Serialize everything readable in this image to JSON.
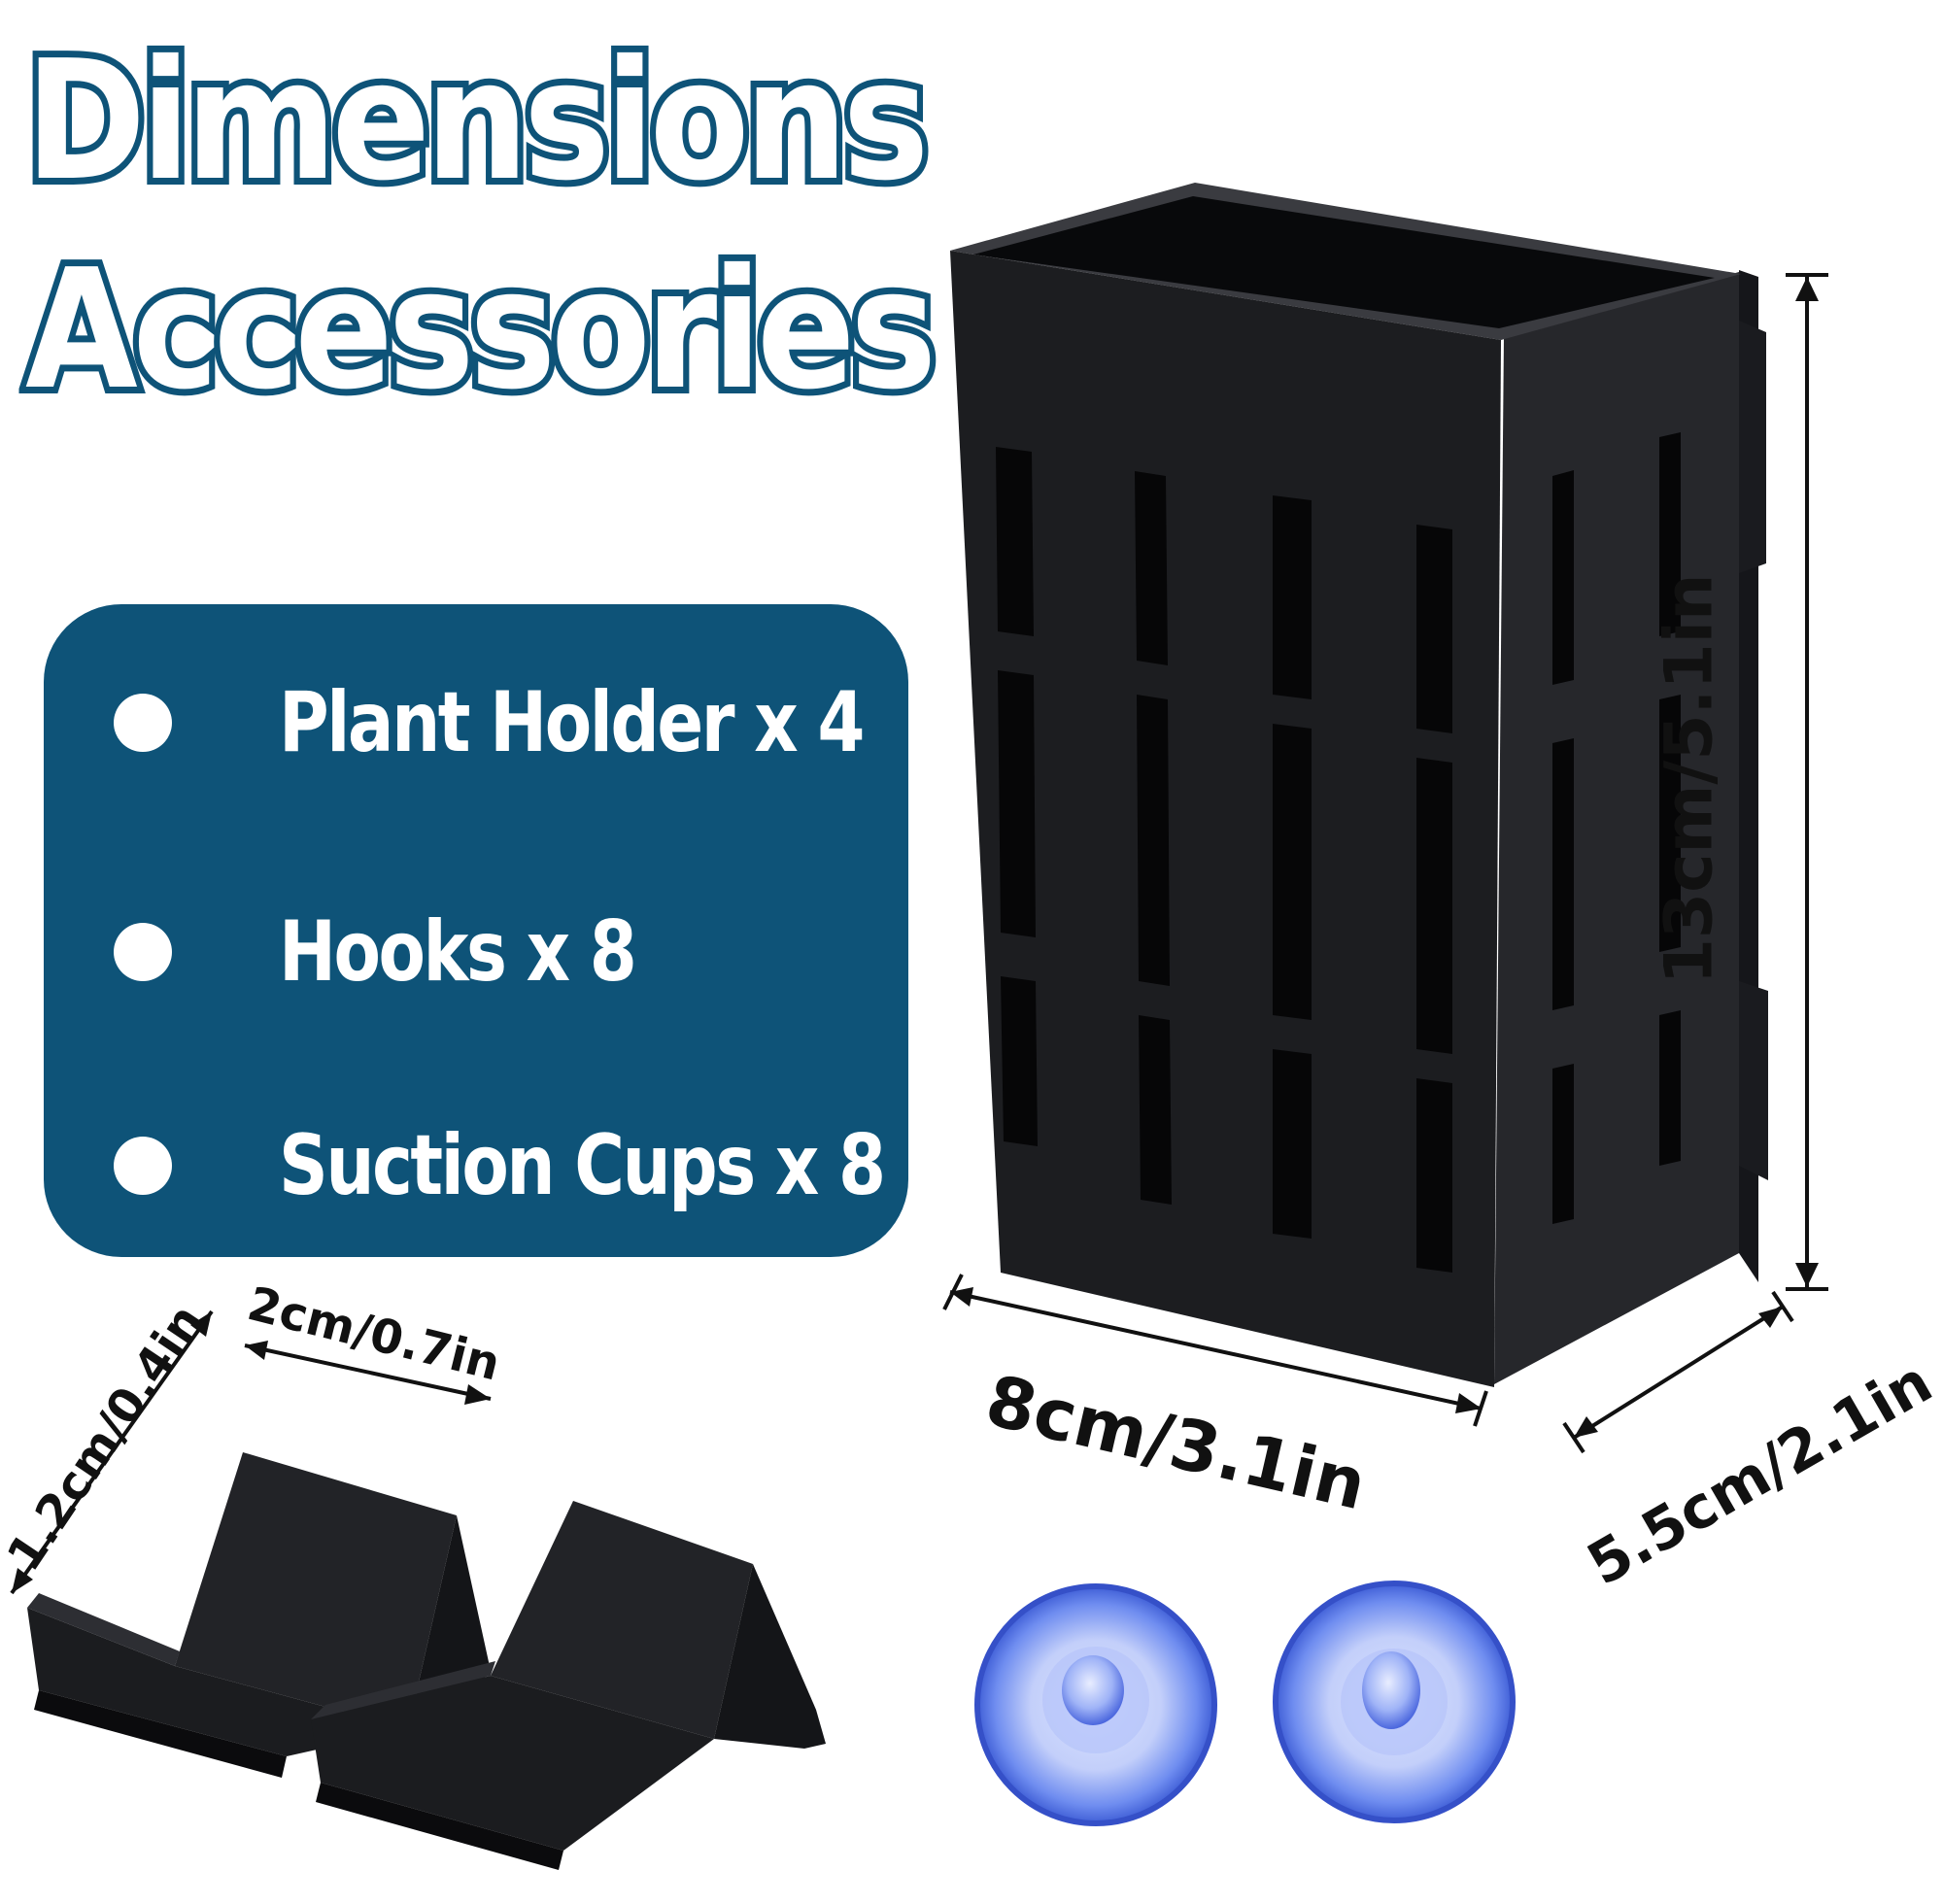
{
  "heading": {
    "line1": "Dimensions",
    "line2": "Accessories"
  },
  "accessories": {
    "items": [
      {
        "label": "Plant Holder x 4"
      },
      {
        "label": "Hooks x 8"
      },
      {
        "label": "Suction Cups x 8"
      }
    ]
  },
  "dimensions": {
    "holder_height": "13cm/5.1in",
    "holder_width": "8cm/3.1in",
    "holder_depth": "5.5cm/2.1in",
    "hook_width": "2cm/0.7in",
    "hook_height": "1.2cm/0.4in"
  },
  "colors": {
    "brand_blue": "#0e5378",
    "product_black": "#1c1d20",
    "suction_blue": "#4d6fe6"
  }
}
